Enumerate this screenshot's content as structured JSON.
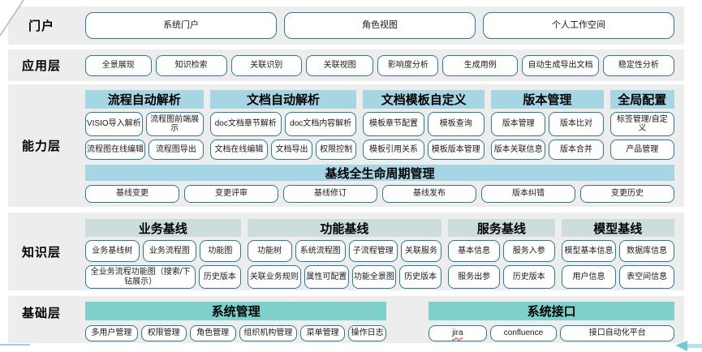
{
  "palette": {
    "row_bg": "#ededed",
    "box_border": "#2e7893",
    "capability_header_bg": "#a6d5e4",
    "knowledge_header_bg": "#cddcdd",
    "base_header_bg": "#7ed0ca",
    "corner_line": "#c4c4c4",
    "bottom_line": "#a9c6e3",
    "arrow_color": "#72cbd4"
  },
  "layers": [
    {
      "label": "门户",
      "boxes": [
        "系统门户",
        "角色视图",
        "个人工作空间"
      ]
    },
    {
      "label": "应用层",
      "boxes": [
        "全景展现",
        "知识检索",
        "关联识别",
        "关联视图",
        "影响度分析",
        "生成用例",
        "自动生成导出文档",
        "稳定性分析"
      ]
    },
    {
      "label": "能力层",
      "groups": [
        {
          "title": "流程自动解析",
          "rows": [
            [
              "VISIO导入解析",
              "流程图前端展示"
            ],
            [
              "流程图在线编辑",
              "流程图导出"
            ]
          ]
        },
        {
          "title": "文档自动解析",
          "rows": [
            [
              "doc文档章节解析",
              "doc文档内容解析"
            ],
            [
              "文档在线编辑",
              "文档导出",
              "权限控制"
            ]
          ]
        },
        {
          "title": "文档模板自定义",
          "rows": [
            [
              "模板章节配置",
              "模板查询"
            ],
            [
              "模板引用关系",
              "模板版本管理"
            ]
          ]
        },
        {
          "title": "版本管理",
          "rows": [
            [
              "版本管理",
              "版本比对"
            ],
            [
              "版本关联信息",
              "版本合并"
            ]
          ]
        },
        {
          "title": "全局配置",
          "rows": [
            [
              "标签管理/自定义"
            ],
            [
              "产品管理"
            ]
          ]
        }
      ],
      "bar": "基线全生命周期管理",
      "bar_boxes": [
        "基线变更",
        "变更评审",
        "基线修订",
        "基线发布",
        "版本纠错",
        "变更历史"
      ]
    },
    {
      "label": "知识层",
      "groups": [
        {
          "title": "业务基线",
          "rows": [
            [
              "业务基线树",
              "业务流程图",
              "功能图"
            ],
            [
              "全业务流程功能图（搜索/下钻展示）",
              "历史版本"
            ]
          ]
        },
        {
          "title": "功能基线",
          "rows": [
            [
              "功能树",
              "系统流程图",
              "子流程管理",
              "关联服务"
            ],
            [
              "关联业务规则",
              "属性可配置",
              "功能全景图",
              "历史版本"
            ]
          ]
        },
        {
          "title": "服务基线",
          "rows": [
            [
              "基本信息",
              "服务入参"
            ],
            [
              "服务出参",
              "历史版本"
            ]
          ]
        },
        {
          "title": "模型基线",
          "rows": [
            [
              "模型基本信息",
              "数据库信息"
            ],
            [
              "用户信息",
              "表空间信息"
            ]
          ]
        }
      ]
    },
    {
      "label": "基础层",
      "groups": [
        {
          "title": "系统管理",
          "rows": [
            [
              "多用户管理",
              "权限管理",
              "角色管理",
              "组织机构管理",
              "菜单管理",
              "操作日志"
            ]
          ]
        },
        {
          "title": "系统接口",
          "rows": [
            [
              "jira",
              "confluence",
              "接口自动化平台"
            ]
          ]
        }
      ]
    }
  ]
}
